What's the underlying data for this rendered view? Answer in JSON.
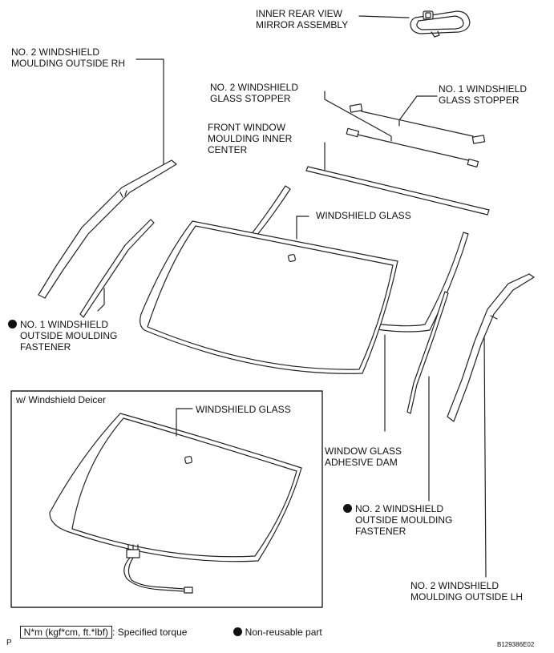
{
  "labels": {
    "inner_mirror": "INNER REAR VIEW\nMIRROR ASSEMBLY",
    "no2_moulding_rh": "NO. 2 WINDSHIELD\nMOULDING OUTSIDE RH",
    "no2_glass_stopper": "NO. 2 WINDSHIELD\nGLASS STOPPER",
    "no1_glass_stopper": "NO. 1 WINDSHIELD\nGLASS STOPPER",
    "front_window_moulding": "FRONT WINDOW\nMOULDING INNER\nCENTER",
    "windshield_glass": "WINDSHIELD GLASS",
    "no1_fastener": "NO. 1 WINDSHIELD\nOUTSIDE MOULDING\nFASTENER",
    "adhesive_dam": "WINDOW GLASS\nADHESIVE DAM",
    "no2_fastener": "NO. 2 WINDSHIELD\nOUTSIDE MOULDING\nFASTENER",
    "no2_moulding_lh": "NO. 2 WINDSHIELD\nMOULDING OUTSIDE LH"
  },
  "deicer_box": {
    "title": "w/ Windshield Deicer",
    "glass_label": "WINDSHIELD GLASS"
  },
  "legend": {
    "torque_box": "N*m (kgf*cm, ft.*lbf)",
    "torque_text": ": Specified torque",
    "nonreusable_text": "Non-reusable part"
  },
  "footer": {
    "left": "P",
    "right": "B129386E02"
  }
}
